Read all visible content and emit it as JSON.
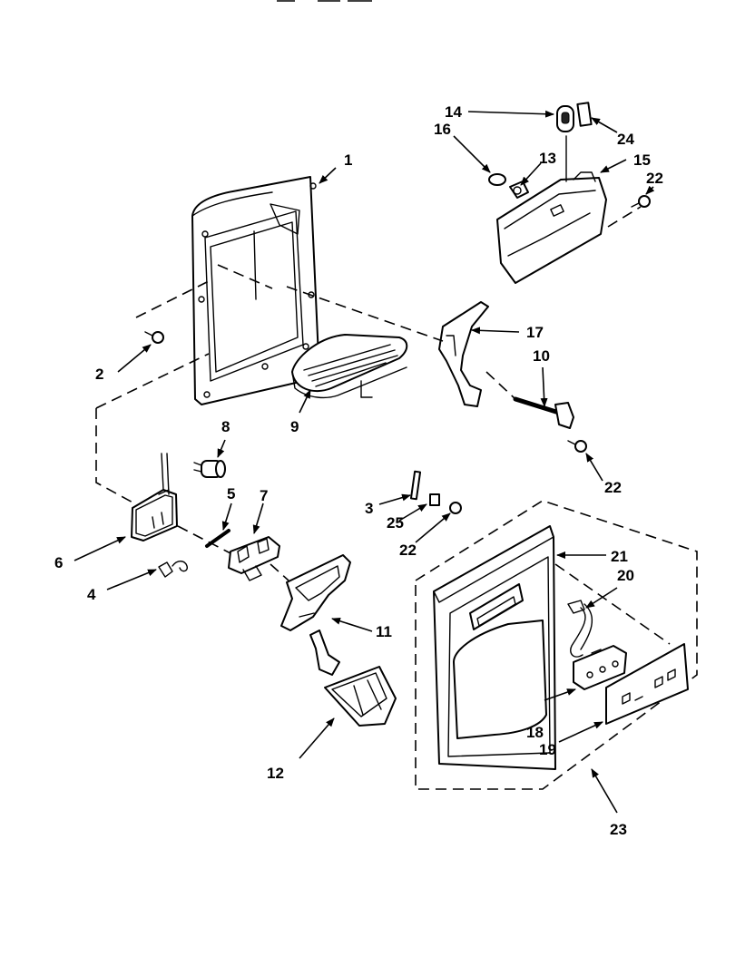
{
  "diagram": {
    "callouts": [
      "1",
      "2",
      "3",
      "4",
      "5",
      "6",
      "7",
      "8",
      "9",
      "10",
      "11",
      "12",
      "13",
      "14",
      "15",
      "16",
      "17",
      "18",
      "19",
      "20",
      "21",
      "22",
      "22",
      "22",
      "23",
      "24",
      "25"
    ],
    "colors": {
      "line": "#000000",
      "background": "#ffffff"
    }
  }
}
